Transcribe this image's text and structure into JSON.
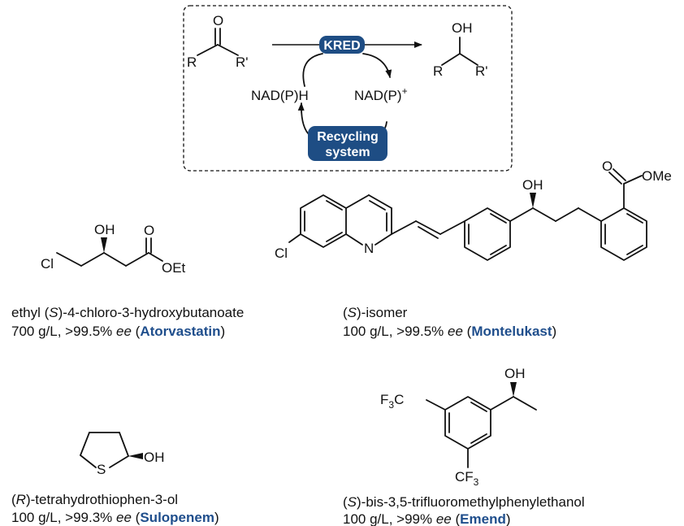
{
  "scheme": {
    "ketone_o": "O",
    "ketone_r": "R",
    "ketone_r2": "R'",
    "enzyme": "KRED",
    "alcohol_oh": "OH",
    "alcohol_r": "R",
    "alcohol_r2": "R'",
    "cofactor_reduced": "NAD(P)H",
    "cofactor_oxidized_base": "NAD(P)",
    "cofactor_oxidized_charge": "+",
    "recycling_line1": "Recycling",
    "recycling_line2": "system"
  },
  "compounds": [
    {
      "atoms": {
        "cl": "Cl",
        "oh": "OH",
        "o": "O",
        "oet": "OEt"
      },
      "name_pre": "ethyl (",
      "name_stereo": "S",
      "name_post": ")-4-chloro-3-hydroxybutanoate",
      "cond_pre": "700 g/L, >99.5% ",
      "cond_ee": "ee",
      "cond_mid": " (",
      "drug": "Atorvastatin",
      "cond_end": ")"
    },
    {
      "atoms": {
        "cl": "Cl",
        "n": "N",
        "oh": "OH",
        "o": "O",
        "ome": "OMe"
      },
      "name_pre": "(",
      "name_stereo": "S",
      "name_post": ")-isomer",
      "cond_pre": "100 g/L, >99.5% ",
      "cond_ee": "ee",
      "cond_mid": " (",
      "drug": "Montelukast",
      "cond_end": ")"
    },
    {
      "atoms": {
        "s": "S",
        "oh": "OH"
      },
      "name_pre": "(",
      "name_stereo": "R",
      "name_post": ")-tetrahydrothiophen-3-ol",
      "cond_pre": "100 g/L, >99.3% ",
      "cond_ee": "ee",
      "cond_mid": " (",
      "drug": "Sulopenem",
      "cond_end": ")"
    },
    {
      "atoms": {
        "f3c_f": "F",
        "f3c_3": "3",
        "f3c_c": "C",
        "cf3_cf": "CF",
        "cf3_3": "3",
        "oh": "OH"
      },
      "name_pre": "(",
      "name_stereo": "S",
      "name_post": ")-bis-3,5-trifluoromethylphenylethanol",
      "cond_pre": "100 g/L, >99% ",
      "cond_ee": "ee",
      "cond_mid": " (",
      "drug": "Emend",
      "cond_end": ")"
    }
  ]
}
